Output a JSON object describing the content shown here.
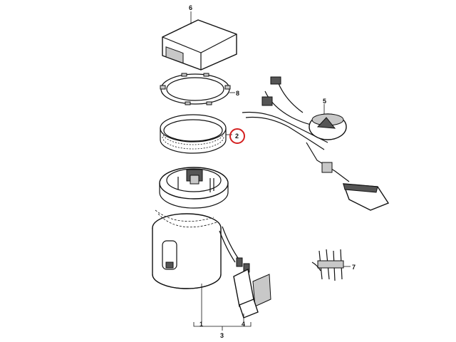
{
  "diagram": {
    "callouts": [
      {
        "id": "c1",
        "text": "1"
      },
      {
        "id": "c2",
        "text": "2"
      },
      {
        "id": "c3",
        "text": "3"
      },
      {
        "id": "c4",
        "text": "4"
      },
      {
        "id": "c5",
        "text": "5"
      },
      {
        "id": "c6",
        "text": "6"
      },
      {
        "id": "c7",
        "text": "7"
      },
      {
        "id": "c8",
        "text": "8"
      }
    ],
    "highlight_color": "#d42020"
  }
}
